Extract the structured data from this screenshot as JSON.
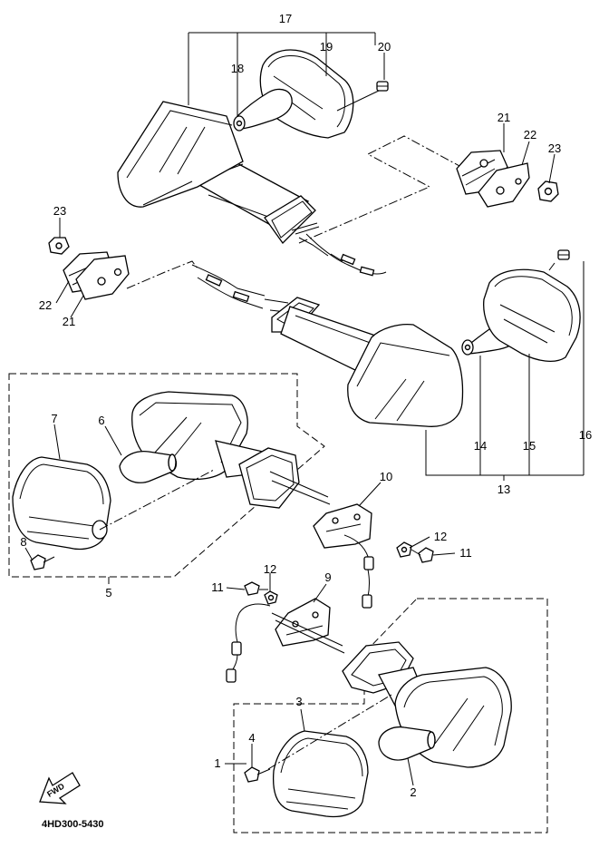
{
  "diagram_code": "4HD300-5430",
  "fwd_label": "FWD",
  "callouts": [
    "1",
    "2",
    "3",
    "4",
    "5",
    "6",
    "7",
    "8",
    "9",
    "10",
    "11",
    "12",
    "13",
    "14",
    "15",
    "16",
    "17",
    "18",
    "19",
    "20",
    "21",
    "22",
    "23"
  ]
}
